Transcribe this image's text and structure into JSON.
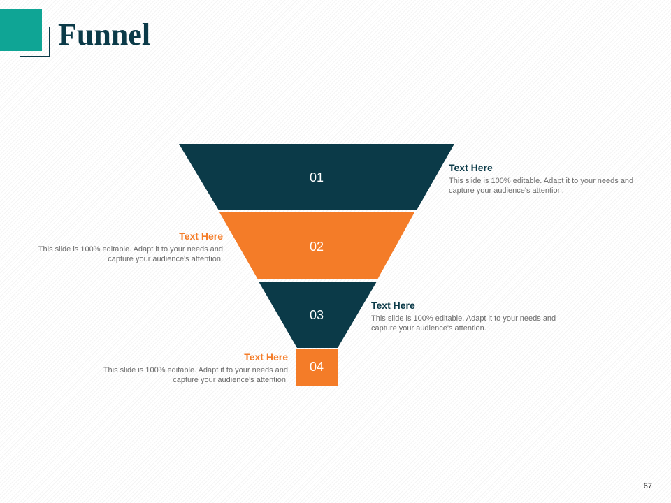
{
  "slide": {
    "title": "Funnel",
    "page_number": "67"
  },
  "colors": {
    "dark": "#0b3a48",
    "orange": "#f47c28",
    "teal": "#0fa595"
  },
  "funnel": {
    "levels": [
      {
        "number": "01",
        "color": "#0b3a48",
        "heading": "Text Here",
        "heading_color": "#0b3a48",
        "text": "This slide is 100% editable. Adapt it to your needs and capture your audience's attention."
      },
      {
        "number": "02",
        "color": "#f47c28",
        "heading": "Text Here",
        "heading_color": "#f47c28",
        "text": "This slide is 100% editable. Adapt it to your needs and capture your audience's attention."
      },
      {
        "number": "03",
        "color": "#0b3a48",
        "heading": "Text Here",
        "heading_color": "#0b3a48",
        "text": "This slide is 100% editable. Adapt it to your needs and capture your audience's attention."
      },
      {
        "number": "04",
        "color": "#f47c28",
        "heading": "Text Here",
        "heading_color": "#f47c28",
        "text": "This slide is 100% editable. Adapt it to your needs and capture your audience's attention."
      }
    ]
  }
}
